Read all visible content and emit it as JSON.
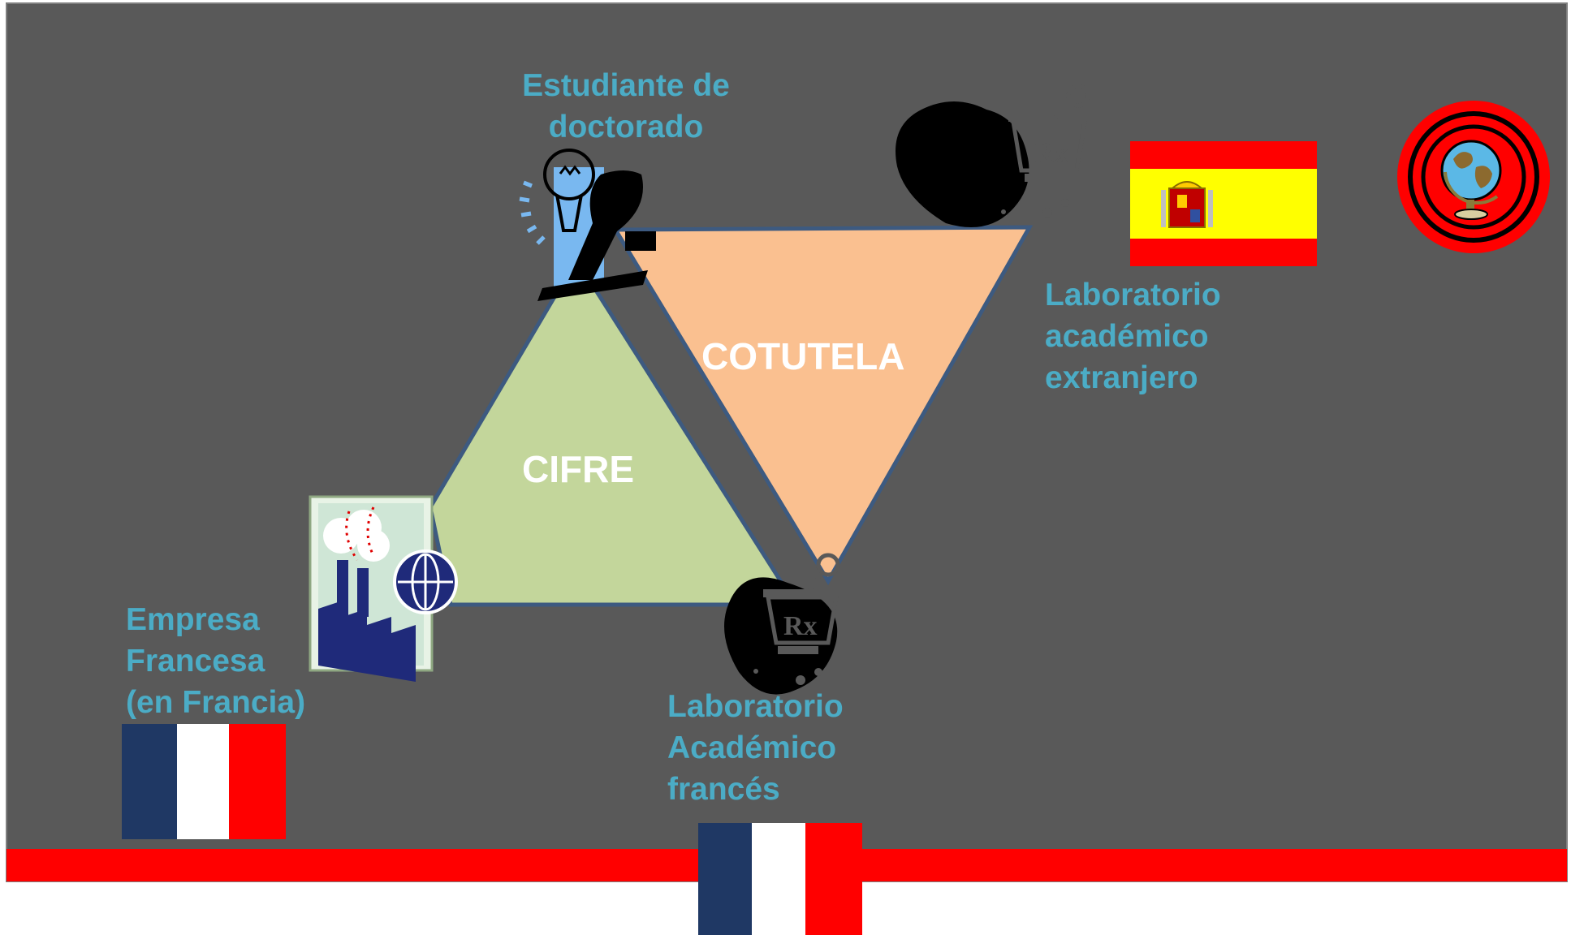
{
  "triangles": {
    "left_label": "CIFRE",
    "right_label": "COTUTELA",
    "left_fill": "#c3d69b",
    "right_fill": "#fac090",
    "edge_color": "#3d5a80"
  },
  "nodes": {
    "student": {
      "lines": [
        "Estudiante de",
        "doctorado"
      ],
      "icon": "student-lightbulb-icon"
    },
    "foreign_lab": {
      "lines": [
        "Laboratorio",
        "académico",
        "extranjero"
      ],
      "icon": "mortar-pestle-rx-icon"
    },
    "company": {
      "lines": [
        "Empresa",
        "Francesa",
        "(en Francia)"
      ],
      "icon": "factory-globe-icon"
    },
    "french_lab": {
      "lines": [
        "Laboratorio",
        "Académico",
        "francés"
      ],
      "icon": "mortar-pestle-rx-icon"
    }
  },
  "flags": {
    "spain": {
      "icon": "spain-flag-icon",
      "colors": [
        "#ff0000",
        "#ffff00",
        "#ff0000"
      ]
    },
    "france_company": {
      "icon": "france-flag-icon",
      "colors": [
        "#1f3864",
        "#ffffff",
        "#ff0000"
      ]
    },
    "france_lab": {
      "icon": "france-flag-icon",
      "colors": [
        "#1f3864",
        "#ffffff",
        "#ff0000"
      ]
    }
  },
  "decor": {
    "background": "#595959",
    "accent_bar": "#ff0000",
    "label_color": "#4bacc6",
    "globe_icon": "globe-badge-icon"
  }
}
